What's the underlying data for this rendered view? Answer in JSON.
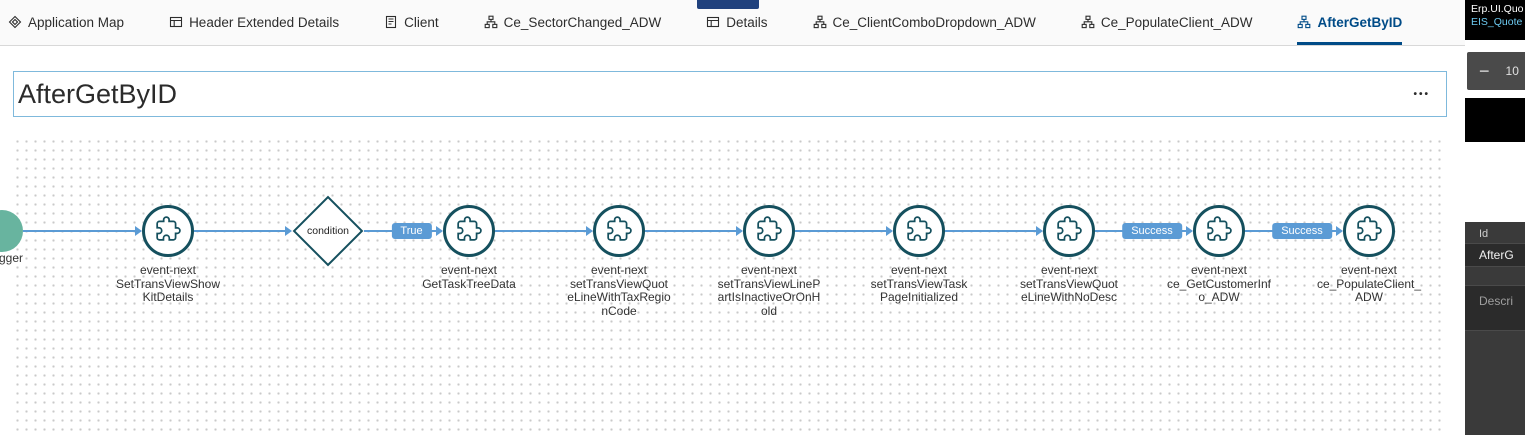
{
  "colors": {
    "accent_blue": "#5b9bd5",
    "node_teal": "#15505e",
    "active_tab_blue": "#004b87",
    "trigger_green": "#68b49f"
  },
  "tab_bar": {
    "tabs": [
      {
        "id": "application-map",
        "label": "Application Map",
        "icon": "map-icon",
        "active": false
      },
      {
        "id": "header-extended-details",
        "label": "Header Extended Details",
        "icon": "table-icon",
        "active": false
      },
      {
        "id": "client",
        "label": "Client",
        "icon": "form-icon",
        "active": false
      },
      {
        "id": "ce-sectorchanged-adw",
        "label": "Ce_SectorChanged_ADW",
        "icon": "flow-icon",
        "active": false
      },
      {
        "id": "details",
        "label": "Details",
        "icon": "table-icon",
        "active": false
      },
      {
        "id": "ce-clientcombodropdown-adw",
        "label": "Ce_ClientComboDropdown_ADW",
        "icon": "flow-icon",
        "active": false
      },
      {
        "id": "ce-populateclient-adw",
        "label": "Ce_PopulateClient_ADW",
        "icon": "flow-icon",
        "active": false
      },
      {
        "id": "aftergetbyid",
        "label": "AfterGetByID",
        "icon": "flow-icon",
        "active": true
      }
    ]
  },
  "flow_editor": {
    "title": "AfterGetByID",
    "menu_glyph": "•••"
  },
  "flow": {
    "trigger": {
      "label_visible": "gger"
    },
    "nodes": [
      {
        "kind": "event",
        "label_lines": [
          "event-next",
          "SetTransViewShow",
          "KitDetails"
        ]
      },
      {
        "kind": "condition",
        "label": "condition"
      },
      {
        "kind": "event",
        "label_lines": [
          "event-next",
          "GetTaskTreeData"
        ],
        "incoming_badge": "True"
      },
      {
        "kind": "event",
        "label_lines": [
          "event-next",
          "setTransViewQuot",
          "eLineWithTaxRegio",
          "nCode"
        ]
      },
      {
        "kind": "event",
        "label_lines": [
          "event-next",
          "setTransViewLineP",
          "artIsInactiveOrOnH",
          "old"
        ]
      },
      {
        "kind": "event",
        "label_lines": [
          "event-next",
          "setTransViewTask",
          "PageInitialized"
        ]
      },
      {
        "kind": "event",
        "label_lines": [
          "event-next",
          "setTransViewQuot",
          "eLineWithNoDesc"
        ]
      },
      {
        "kind": "event",
        "label_lines": [
          "event-next",
          "ce_GetCustomerInf",
          "o_ADW"
        ],
        "incoming_badge": "Success"
      },
      {
        "kind": "event",
        "label_lines": [
          "event-next",
          "ce_PopulateClient_",
          "ADW"
        ],
        "incoming_badge": "Success"
      }
    ]
  },
  "right_panel": {
    "header_line1": "Erp.UI.Quo",
    "header_line2": "EIS_Quote",
    "zoom": {
      "minus_glyph": "−",
      "value": "10"
    },
    "fields": [
      {
        "label": "Id",
        "value": "AfterG"
      },
      {
        "label": "Descri",
        "value": ""
      }
    ]
  }
}
